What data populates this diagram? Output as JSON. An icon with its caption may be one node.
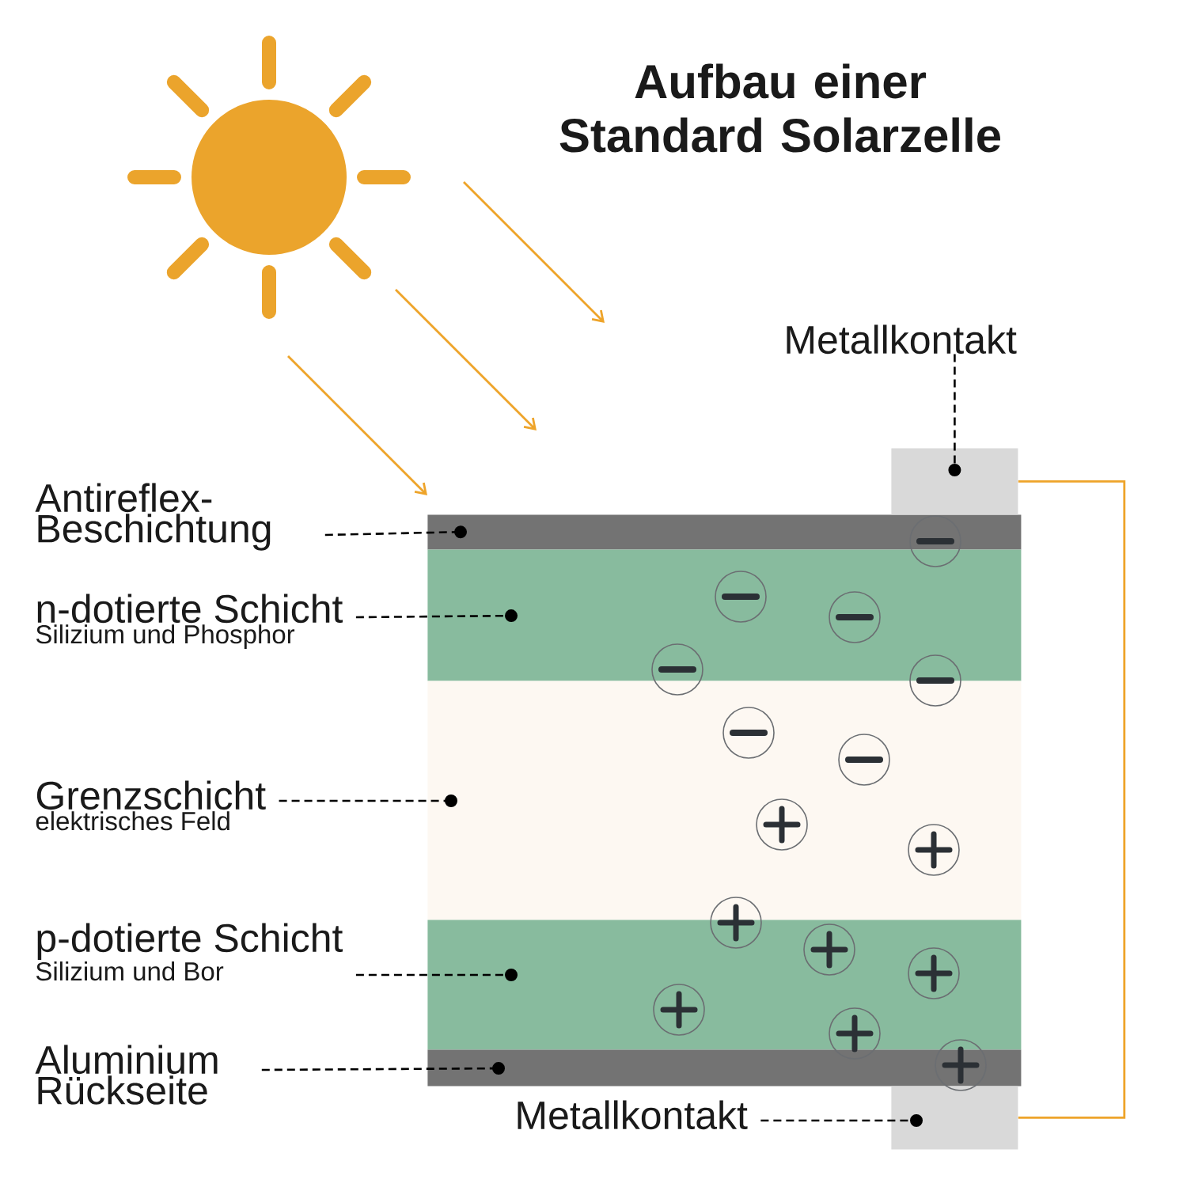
{
  "diagram": {
    "title": "Aufbau einer Standard Solarzelle",
    "nodes": [
      {
        "text": [],
        "shape": "bar"
      },
      {
        "text": [],
        "shape": "bar"
      },
      {
        "text": [],
        "shape": "bar"
      },
      {
        "text": [],
        "shape": "bar"
      },
      {
        "text": [],
        "shape": "bar"
      },
      {
        "text": [],
        "shape": "bar"
      },
      {
        "text": [],
        "shape": "bar"
      },
      {
        "text": [
          "Antireflex- Beschichtung"
        ]
      },
      {
        "text": [
          "n-dotierte Schicht",
          "Silizium und Phosphor"
        ]
      },
      {
        "text": [
          "Grenzschicht",
          "elektrisches Feld"
        ]
      },
      {
        "text": [
          "p-dotierte Schicht",
          "Silizium und Bor"
        ]
      },
      {
        "text": [
          "Aluminium Rückseite"
        ]
      },
      {
        "text": [
          "Metallkontakt"
        ]
      },
      {
        "text": [
          "Metallkontakt"
        ]
      }
    ],
    "edges": [
      {
        "from": 7,
        "to": 0,
        "arrow": "other",
        "style": "dashed"
      },
      {
        "from": 8,
        "to": 1,
        "arrow": "other",
        "style": "dashed"
      },
      {
        "from": 9,
        "to": 2,
        "arrow": "other",
        "style": "dashed"
      },
      {
        "from": 10,
        "to": 3,
        "arrow": "other",
        "style": "dashed"
      },
      {
        "from": 11,
        "to": 4,
        "arrow": "other",
        "style": "dashed"
      },
      {
        "from": 12,
        "to": 5,
        "arrow": "other",
        "style": "dashed"
      },
      {
        "from": 13,
        "to": 6,
        "arrow": "other",
        "style": "dashed"
      },
      {
        "from": 5,
        "to": 6,
        "arrow": "none",
        "color": "#eea42a"
      }
    ]
  }
}
